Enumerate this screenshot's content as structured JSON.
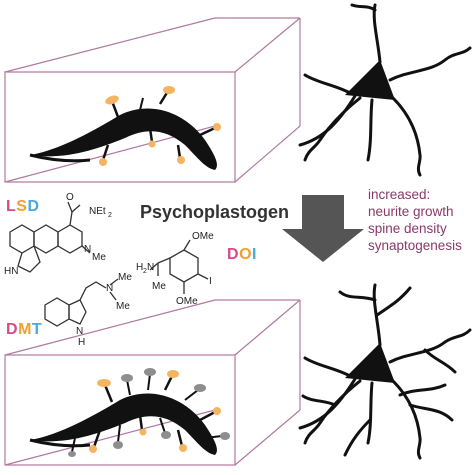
{
  "title": "Psychoplastogen",
  "drugs": {
    "lsd": "LSD",
    "doi": "DOI",
    "dmt": "DMT"
  },
  "effects": {
    "heading": "increased:",
    "items": [
      "neurite growth",
      "spine density",
      "synaptogenesis"
    ]
  },
  "chem_labels": {
    "lsd_amide": "NEt",
    "lsd_amide_sub": "2",
    "lsd_o": "O",
    "lsd_n": "N",
    "lsd_nme": "Me",
    "lsd_hn": "HN",
    "doi_h2n": "H",
    "doi_h2n_sub": "2",
    "doi_n": "N",
    "doi_me": "Me",
    "doi_ome_top": "OMe",
    "doi_ome_bottom": "OMe",
    "doi_i": "I",
    "dmt_n": "N",
    "dmt_me_top": "Me",
    "dmt_me_bottom": "Me",
    "dmt_hn": "N",
    "dmt_h": "H"
  },
  "colors": {
    "frame": "#b07aa0",
    "neuron": "#111111",
    "spine_orange": "#f5b45f",
    "spine_grey": "#8e8e8e",
    "arrow": "#555555",
    "effects_text": "#8a3a6a",
    "title_text": "#333333",
    "lsd_l": "#d94a8c",
    "lsd_s": "#f0a030",
    "lsd_d": "#4aa8e0"
  },
  "icons": [
    "neuron-top-icon",
    "neuron-bottom-icon",
    "dendrite-top-icon",
    "dendrite-bottom-icon",
    "down-arrow-icon"
  ]
}
